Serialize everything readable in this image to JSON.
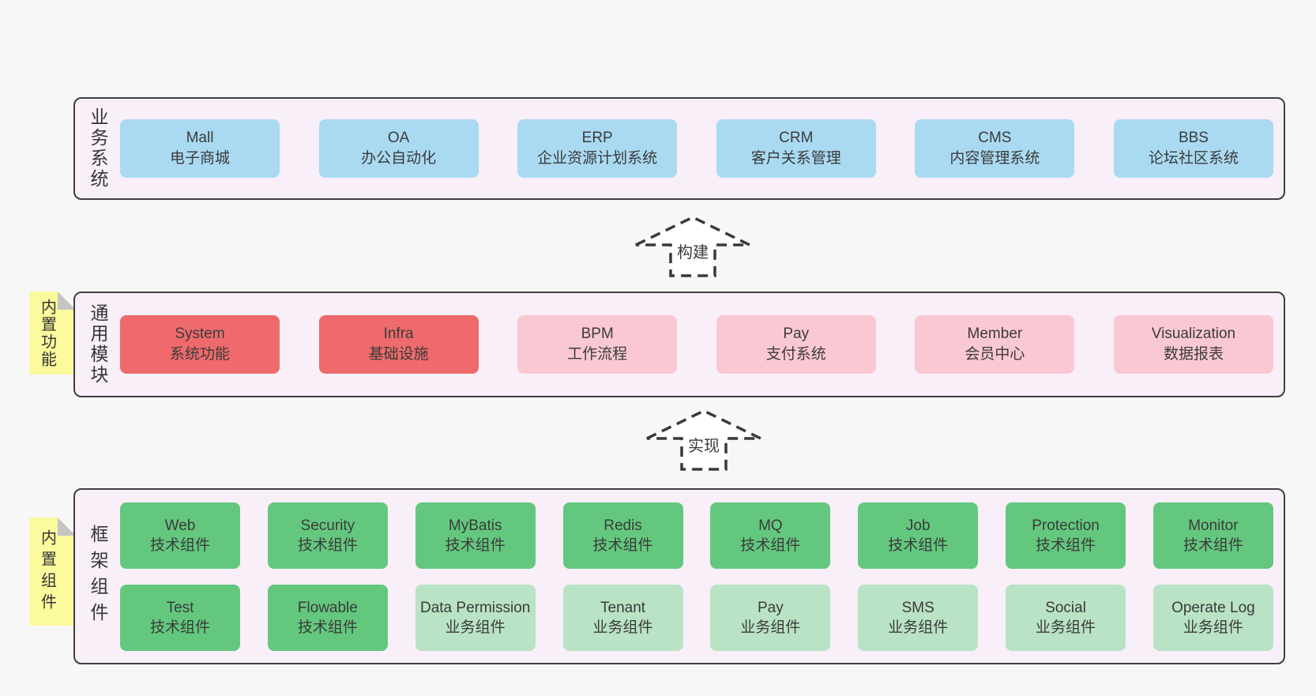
{
  "colors": {
    "page_bg": "#f7f7f7",
    "panel_bg": "#f8eff8",
    "panel_border": "#3f3f3f",
    "blue": "#a9daf2",
    "red": "#ef6a6c",
    "pink": "#fac8d3",
    "green": "#63c87e",
    "light_green": "#b9e3c4",
    "sticky_yellow": "#fbfa9d",
    "fold_gray": "#c5c5c5",
    "text": "#3b3b3b"
  },
  "arrows": {
    "build": "构建",
    "implement": "实现"
  },
  "business": {
    "side_label": "业务系统",
    "boxes": [
      {
        "title": "Mall",
        "subtitle": "电子商城"
      },
      {
        "title": "OA",
        "subtitle": "办公自动化"
      },
      {
        "title": "ERP",
        "subtitle": "企业资源计划系统"
      },
      {
        "title": "CRM",
        "subtitle": "客户关系管理"
      },
      {
        "title": "CMS",
        "subtitle": "内容管理系统"
      },
      {
        "title": "BBS",
        "subtitle": "论坛社区系统"
      }
    ]
  },
  "modules": {
    "side_label": "通用模块",
    "sticky_label": "内置功能",
    "boxes": [
      {
        "title": "System",
        "subtitle": "系统功能"
      },
      {
        "title": "Infra",
        "subtitle": "基础设施"
      },
      {
        "title": "BPM",
        "subtitle": "工作流程"
      },
      {
        "title": "Pay",
        "subtitle": "支付系统"
      },
      {
        "title": "Member",
        "subtitle": "会员中心"
      },
      {
        "title": "Visualization",
        "subtitle": "数据报表"
      }
    ]
  },
  "components": {
    "side_label": "框架组件",
    "sticky_label": "内置组件",
    "row1": [
      {
        "title": "Web",
        "subtitle": "技术组件"
      },
      {
        "title": "Security",
        "subtitle": "技术组件"
      },
      {
        "title": "MyBatis",
        "subtitle": "技术组件"
      },
      {
        "title": "Redis",
        "subtitle": "技术组件"
      },
      {
        "title": "MQ",
        "subtitle": "技术组件"
      },
      {
        "title": "Job",
        "subtitle": "技术组件"
      },
      {
        "title": "Protection",
        "subtitle": "技术组件"
      },
      {
        "title": "Monitor",
        "subtitle": "技术组件"
      }
    ],
    "row2": [
      {
        "title": "Test",
        "subtitle": "技术组件"
      },
      {
        "title": "Flowable",
        "subtitle": "技术组件"
      },
      {
        "title": "Data Permission",
        "subtitle": "业务组件"
      },
      {
        "title": "Tenant",
        "subtitle": "业务组件"
      },
      {
        "title": "Pay",
        "subtitle": "业务组件"
      },
      {
        "title": "SMS",
        "subtitle": "业务组件"
      },
      {
        "title": "Social",
        "subtitle": "业务组件"
      },
      {
        "title": "Operate Log",
        "subtitle": "业务组件"
      }
    ]
  }
}
